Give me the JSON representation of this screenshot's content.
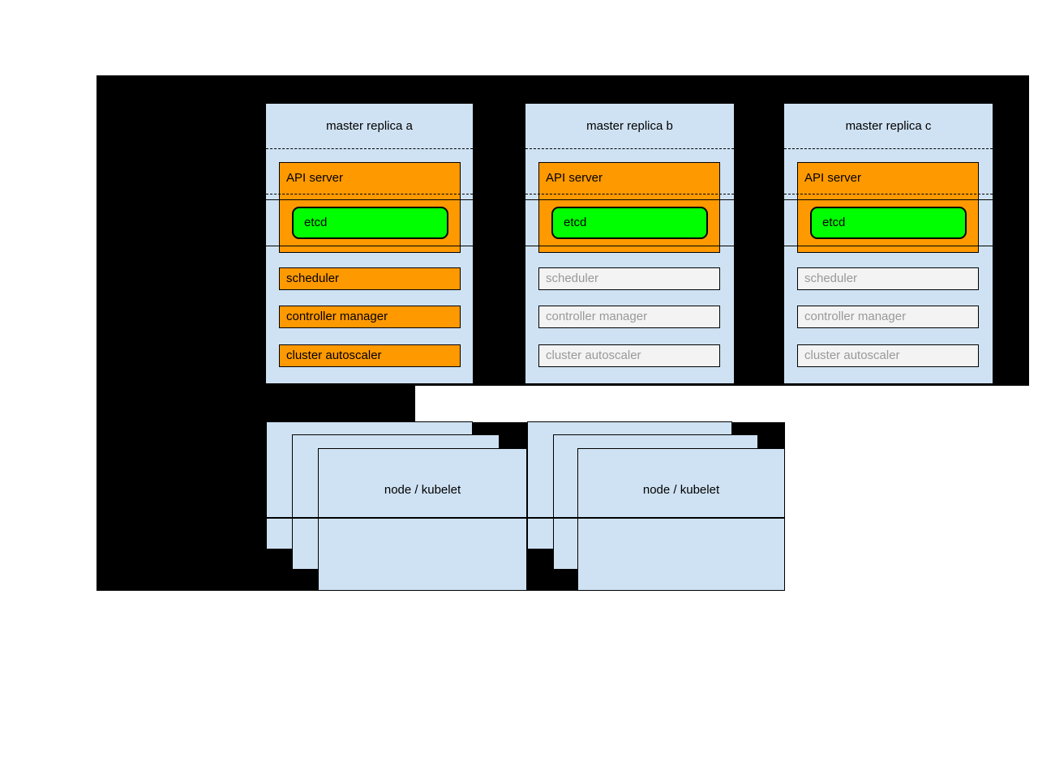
{
  "diagram": {
    "description": "Kubernetes highly-available master replicas architecture diagram",
    "colors": {
      "background_canvas": "#000000",
      "page": "#ffffff",
      "panel_blue": "#cfe2f3",
      "active_orange": "#ff9900",
      "etcd_green": "#00ff00",
      "inactive_fill": "#f3f3f3",
      "inactive_text": "#999999",
      "border": "#000000"
    },
    "masters": [
      {
        "title": "master replica a",
        "components": [
          {
            "label": "API server",
            "state": "active"
          },
          {
            "label": "etcd",
            "state": "active"
          },
          {
            "label": "scheduler",
            "state": "active"
          },
          {
            "label": "controller manager",
            "state": "active"
          },
          {
            "label": "cluster autoscaler",
            "state": "active"
          }
        ]
      },
      {
        "title": "master replica b",
        "components": [
          {
            "label": "API server",
            "state": "active"
          },
          {
            "label": "etcd",
            "state": "active"
          },
          {
            "label": "scheduler",
            "state": "inactive"
          },
          {
            "label": "controller manager",
            "state": "inactive"
          },
          {
            "label": "cluster autoscaler",
            "state": "inactive"
          }
        ]
      },
      {
        "title": "master replica c",
        "components": [
          {
            "label": "API server",
            "state": "active"
          },
          {
            "label": "etcd",
            "state": "active"
          },
          {
            "label": "scheduler",
            "state": "inactive"
          },
          {
            "label": "controller manager",
            "state": "inactive"
          },
          {
            "label": "cluster autoscaler",
            "state": "inactive"
          }
        ]
      }
    ],
    "nodes": [
      {
        "title": "node / kubelet",
        "stack_depth": 3
      },
      {
        "title": "node / kubelet",
        "stack_depth": 3
      }
    ]
  }
}
